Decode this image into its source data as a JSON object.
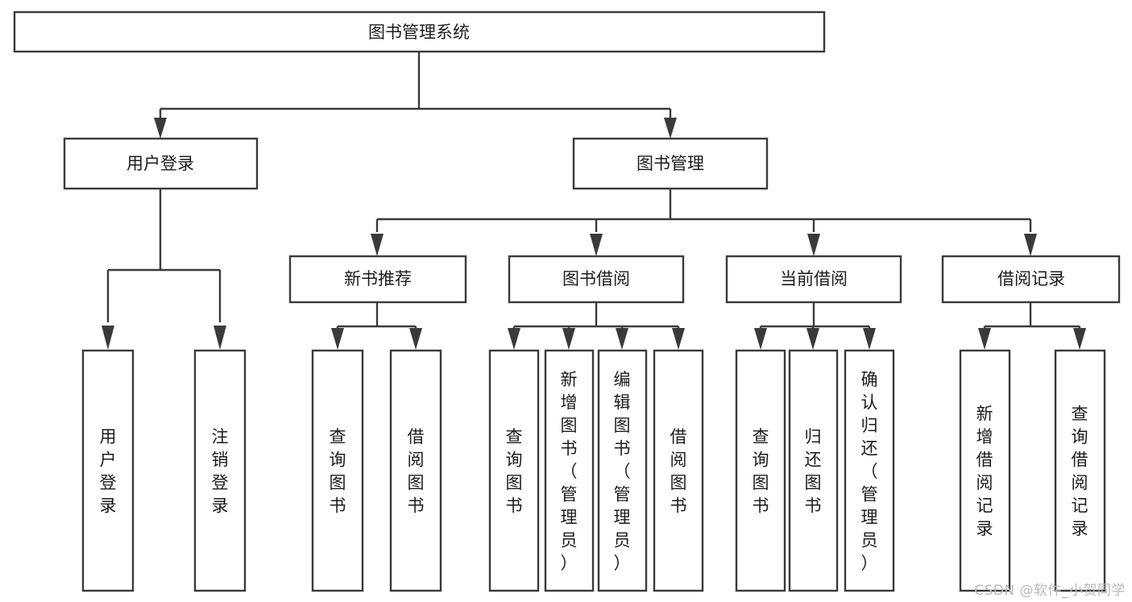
{
  "diagram": {
    "title": "图书管理系统",
    "watermark": "CSDN @软件_小贺同学",
    "stroke_color": "#3a3a3a",
    "fill_color": "#ffffff",
    "text_color": "#1c1c1c",
    "watermark_color": "#b9b9b9"
  },
  "nodes": {
    "root": {
      "label": "图书管理系统"
    },
    "level2": [
      {
        "label": "用户登录"
      },
      {
        "label": "图书管理"
      }
    ],
    "level3": [
      {
        "label": "新书推荐"
      },
      {
        "label": "图书借阅"
      },
      {
        "label": "当前借阅"
      },
      {
        "label": "借阅记录"
      }
    ],
    "leaves": {
      "user_login": [
        {
          "label": "用户登录"
        },
        {
          "label": "注销登录"
        }
      ],
      "new_book_recommend": [
        {
          "label": "查询图书"
        },
        {
          "label": "借阅图书"
        }
      ],
      "book_borrow": [
        {
          "label": "查询图书"
        },
        {
          "label": "新增图书（管理员）"
        },
        {
          "label": "编辑图书（管理员）"
        },
        {
          "label": "借阅图书"
        }
      ],
      "current_borrow": [
        {
          "label": "查询图书"
        },
        {
          "label": "归还图书"
        },
        {
          "label": "确认归还（管理员）"
        }
      ],
      "borrow_record": [
        {
          "label": "新增借阅记录"
        },
        {
          "label": "查询借阅记录"
        }
      ]
    }
  },
  "chart_data": {
    "type": "tree",
    "title": "图书管理系统",
    "root": "图书管理系统",
    "edges": [
      {
        "from": "图书管理系统",
        "to": "用户登录"
      },
      {
        "from": "图书管理系统",
        "to": "图书管理"
      },
      {
        "from": "用户登录",
        "to": "用户登录(叶)"
      },
      {
        "from": "用户登录",
        "to": "注销登录"
      },
      {
        "from": "图书管理",
        "to": "新书推荐"
      },
      {
        "from": "图书管理",
        "to": "图书借阅"
      },
      {
        "from": "图书管理",
        "to": "当前借阅"
      },
      {
        "from": "图书管理",
        "to": "借阅记录"
      },
      {
        "from": "新书推荐",
        "to": "查询图书"
      },
      {
        "from": "新书推荐",
        "to": "借阅图书"
      },
      {
        "from": "图书借阅",
        "to": "查询图书"
      },
      {
        "from": "图书借阅",
        "to": "新增图书（管理员）"
      },
      {
        "from": "图书借阅",
        "to": "编辑图书（管理员）"
      },
      {
        "from": "图书借阅",
        "to": "借阅图书"
      },
      {
        "from": "当前借阅",
        "to": "查询图书"
      },
      {
        "from": "当前借阅",
        "to": "归还图书"
      },
      {
        "from": "当前借阅",
        "to": "确认归还（管理员）"
      },
      {
        "from": "借阅记录",
        "to": "新增借阅记录"
      },
      {
        "from": "借阅记录",
        "to": "查询借阅记录"
      }
    ],
    "levels": 4
  }
}
